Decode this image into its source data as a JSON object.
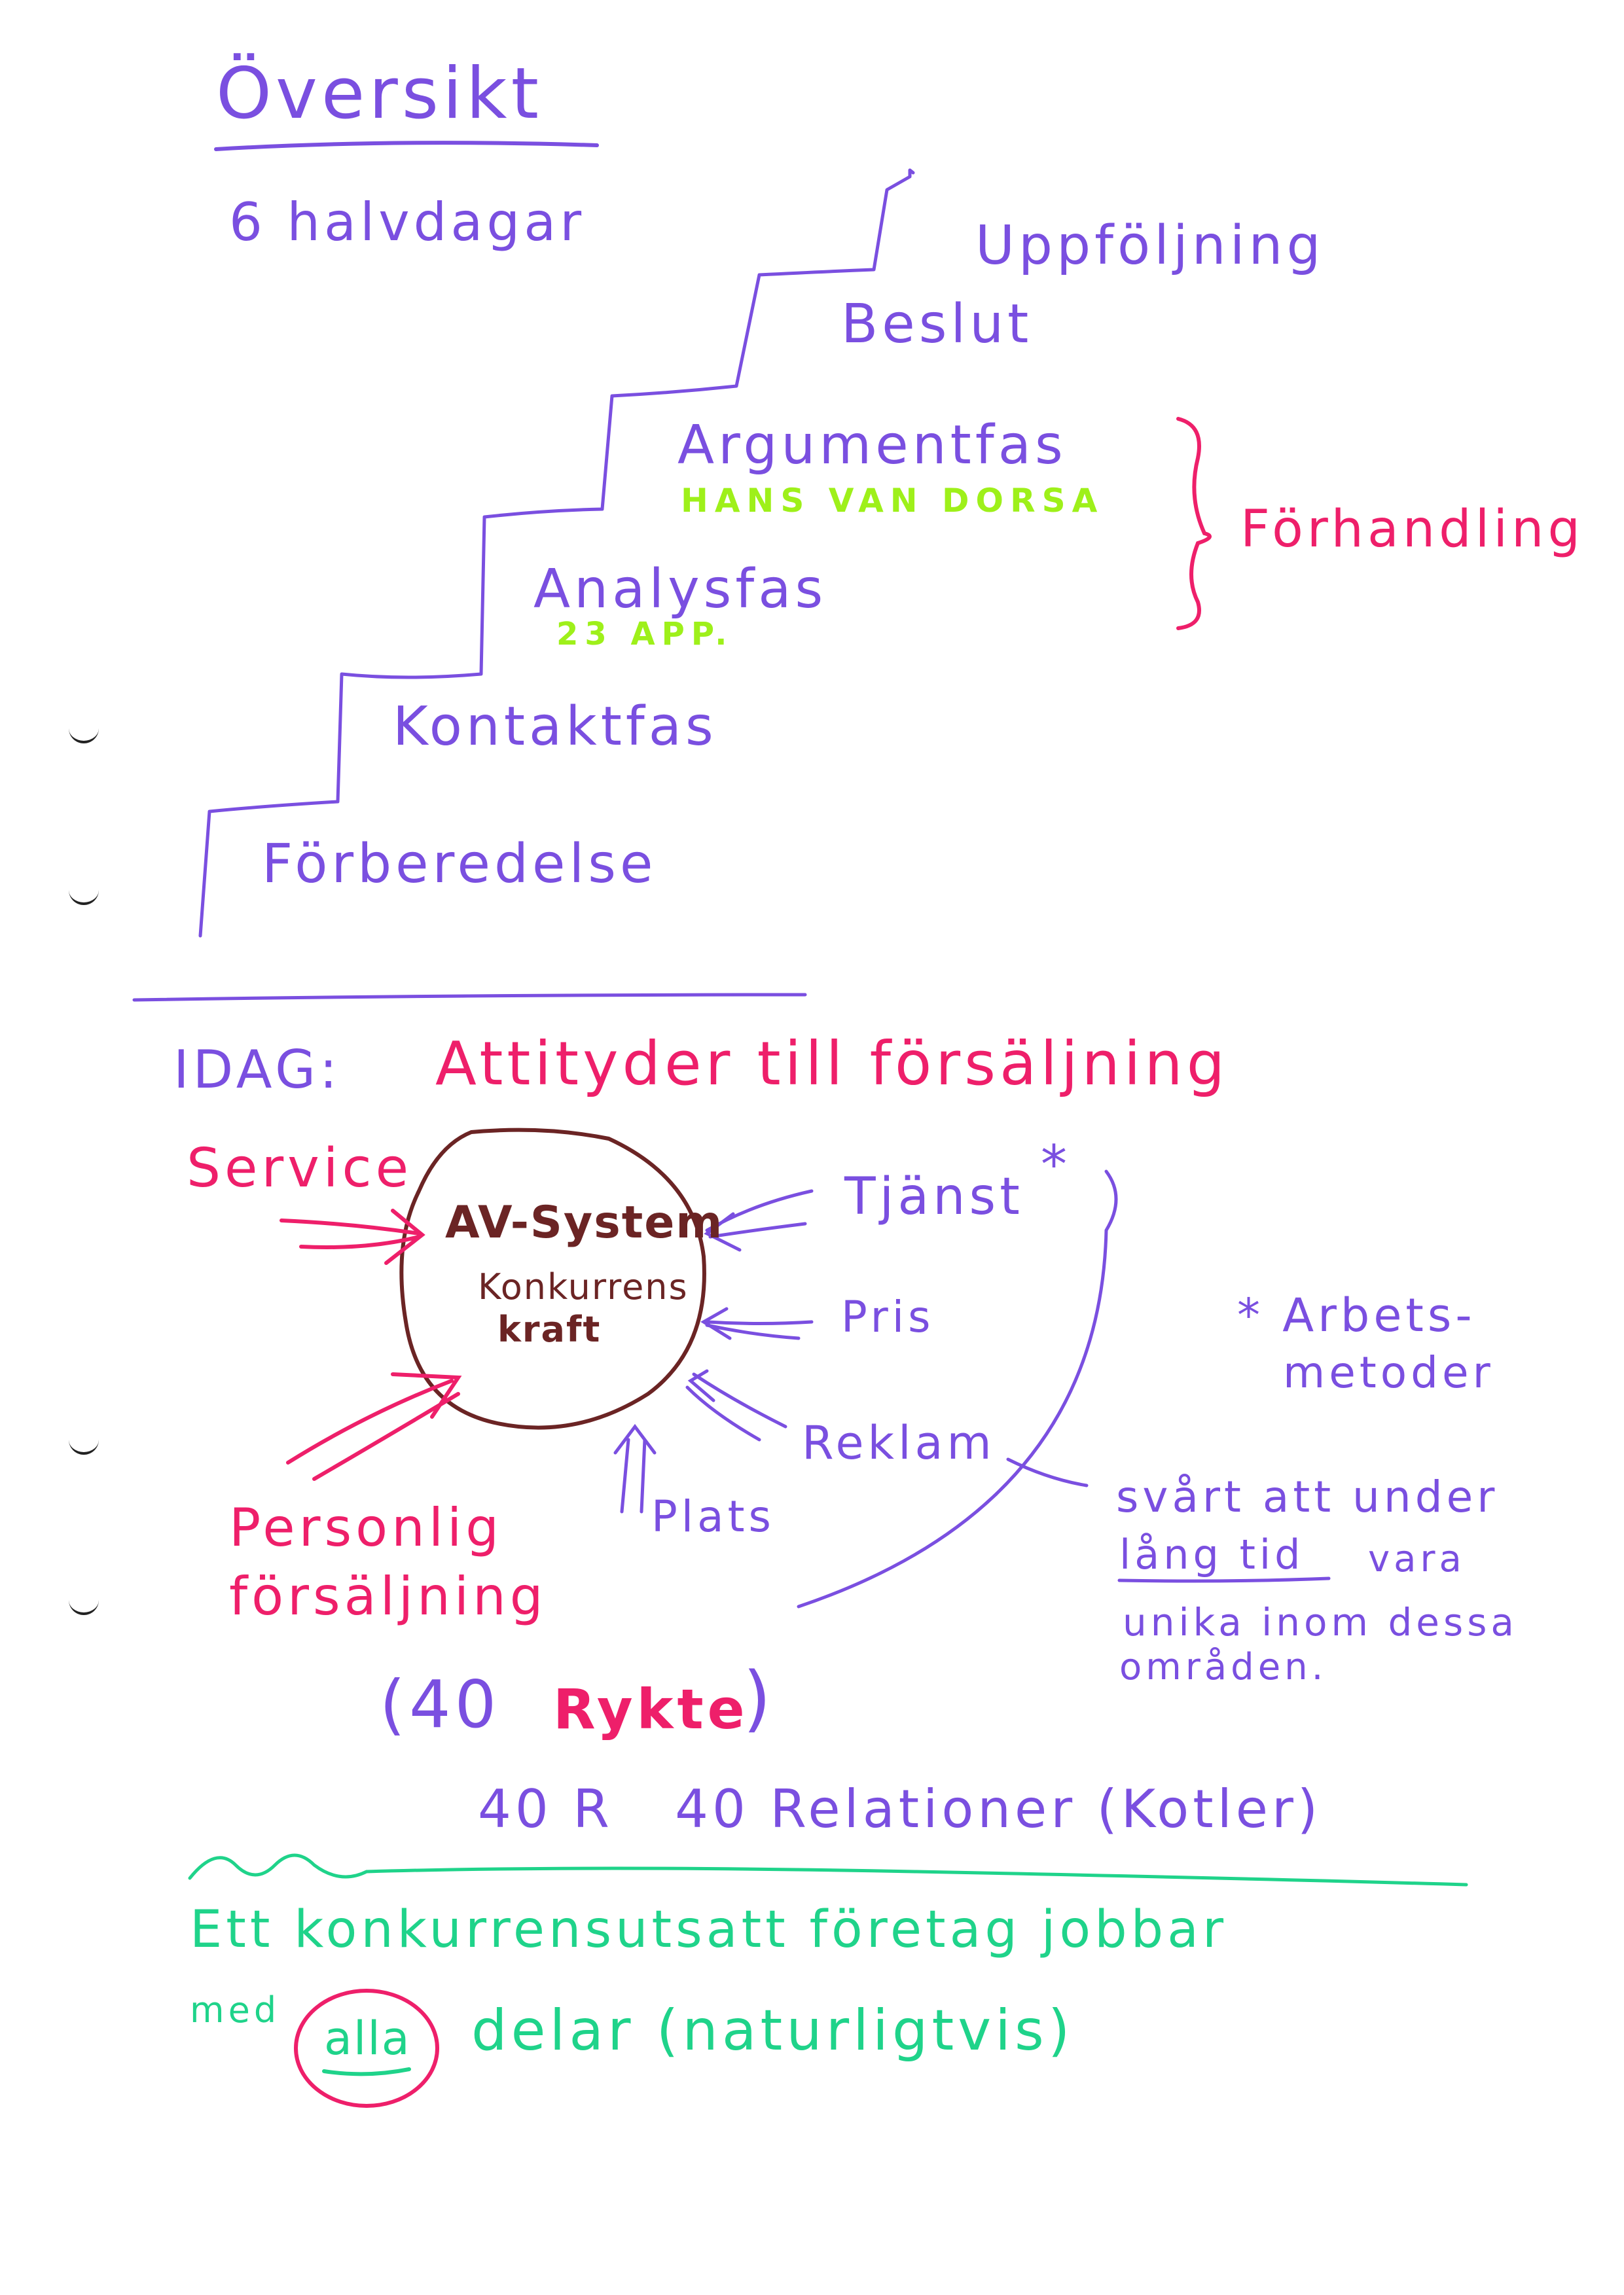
{
  "colors": {
    "purple": "#7a4fe0",
    "pink": "#ee1f6a",
    "green": "#1fd38a",
    "lime": "#9ef01a",
    "brown": "#6b2424"
  },
  "overview": {
    "title": "Översikt",
    "subtitle": "6 halvdagar",
    "steps": [
      "Uppföljning",
      "Beslut",
      "Argumentfas",
      "Analysfas",
      "Kontaktfas",
      "Förberedelse"
    ],
    "argument_note": "HANS VAN DORSA",
    "analys_note": "23 APP.",
    "negotiation_label": "Förhandling"
  },
  "today": {
    "prefix": "IDAG:",
    "title": "Attityder till försäljning",
    "center_line1": "AV-System",
    "center_line2": "Konkurrens",
    "center_line3": "kraft",
    "service": "Service",
    "personal_selling": [
      "Personlig",
      "försäljning"
    ],
    "inputs": [
      "Tjänst",
      "Pris",
      "Reklam",
      "Plats"
    ],
    "star": "*",
    "star_note": [
      "* Arbets-",
      "metoder"
    ],
    "hard_note": [
      "svårt att under",
      "lång tid",
      "vara",
      "unika inom dessa",
      "områden."
    ],
    "rykte_open": "(40",
    "rykte": "Rykte",
    "rykte_close": ")",
    "relations": "40 R   40 Relationer (Kotler)"
  },
  "conclusion": {
    "line1": "Ett konkurrensutsatt företag jobbar",
    "line2_pre": "med",
    "line2_circled": "alla",
    "line2_post": "delar (naturligtvis)"
  }
}
